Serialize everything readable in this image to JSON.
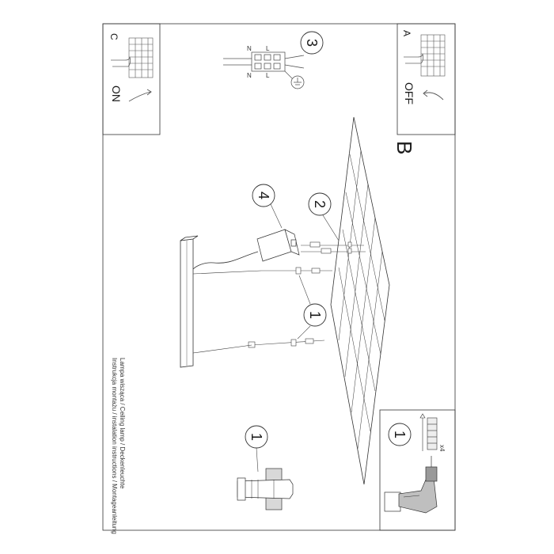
{
  "panel_c": {
    "letter": "C",
    "state": "ON"
  },
  "panel_a": {
    "letter": "A",
    "state": "OFF"
  },
  "section_b": {
    "letter": "B"
  },
  "callouts": {
    "step1": "1",
    "step2": "2",
    "step3": "3",
    "step4": "4"
  },
  "kit": {
    "quantity": "x4"
  },
  "connector": {
    "top_left": "N",
    "top_mid": "L",
    "bottom_left": "N",
    "bottom_mid": "L"
  },
  "caption": {
    "line1": "Instrukcja montażu / instalation instructions / Montageanleitung",
    "line2": "Lampa wisząca / Ceiling lamp / Deckenleuchte"
  }
}
